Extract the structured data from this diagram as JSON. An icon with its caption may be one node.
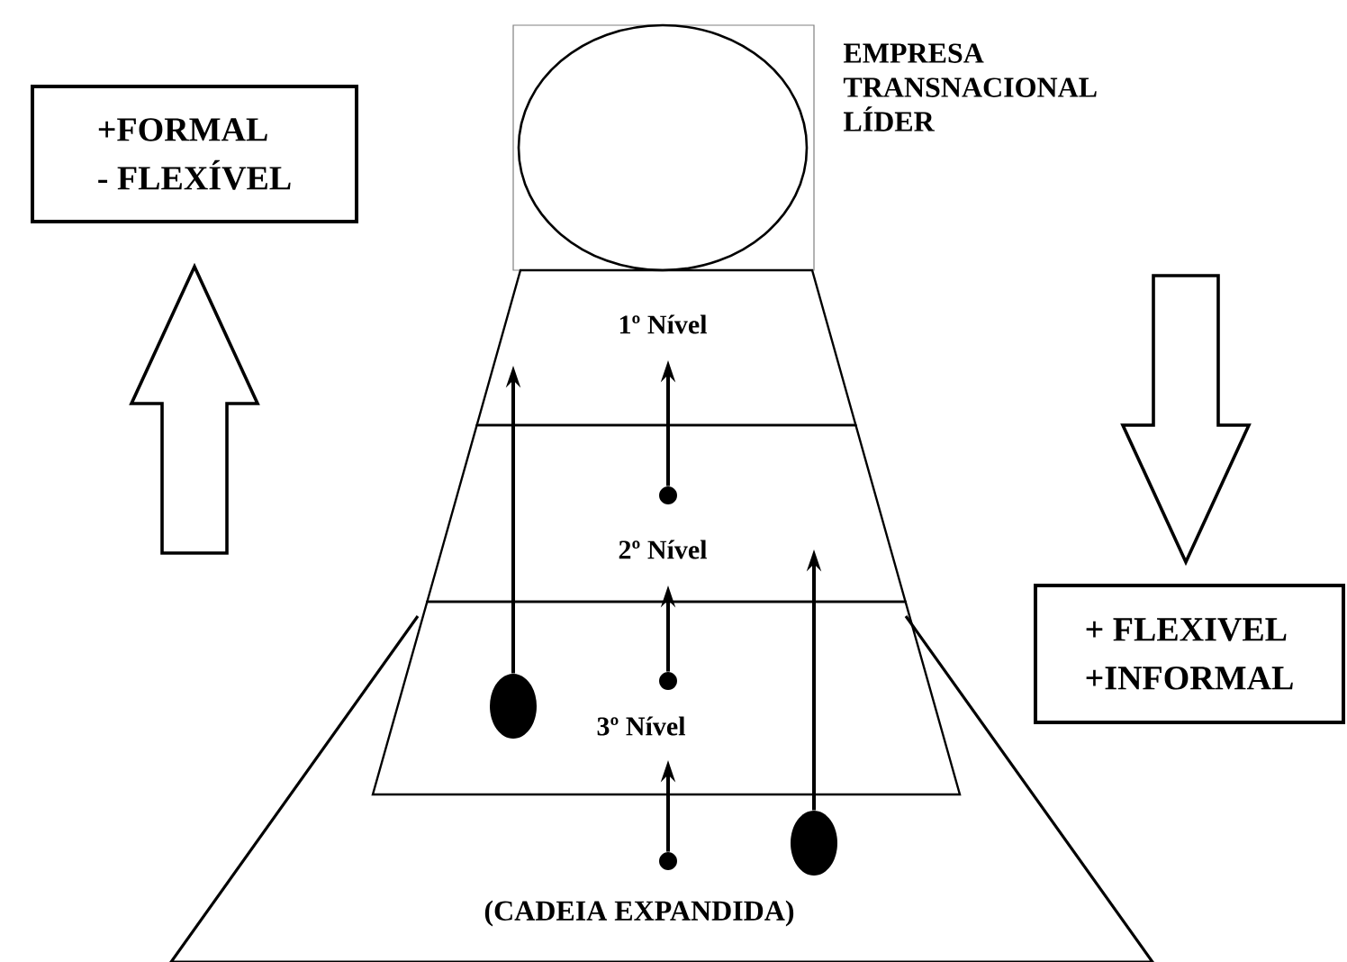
{
  "diagram": {
    "nodes": [
      {
        "text": [],
        "shape": "circle",
        "beside": [
          "EMPRESA TRANSNACIONAL LÍDER"
        ]
      },
      {
        "text": [
          "+FORMAL",
          "- FLEXÍVEL"
        ]
      },
      {
        "text": [
          "+ FLEXIVEL",
          "+INFORMAL"
        ]
      },
      {
        "text": [
          "1º Nível"
        ]
      },
      {
        "text": [
          "2º Nível"
        ]
      },
      {
        "text": [
          "3º Nível"
        ]
      },
      {
        "text": [
          "(CADEIA EXPANDIDA)"
        ]
      },
      {
        "text": [],
        "shape": "circle"
      },
      {
        "text": [],
        "shape": "circle"
      },
      {
        "text": [],
        "shape": "circle"
      },
      {
        "text": [],
        "shape": "circle"
      },
      {
        "text": [],
        "shape": "circle"
      }
    ],
    "edges": [
      {
        "from": null,
        "to": 1,
        "arrow": "to"
      },
      {
        "from": null,
        "to": 2,
        "arrow": "to"
      },
      {
        "from": 7,
        "to": 3,
        "arrow": "to"
      },
      {
        "from": 8,
        "to": 4,
        "arrow": "to"
      },
      {
        "from": 11,
        "to": 5,
        "arrow": "to"
      },
      {
        "from": 9,
        "to": 3,
        "arrow": "to"
      },
      {
        "from": 10,
        "to": 4,
        "arrow": "to"
      }
    ]
  }
}
